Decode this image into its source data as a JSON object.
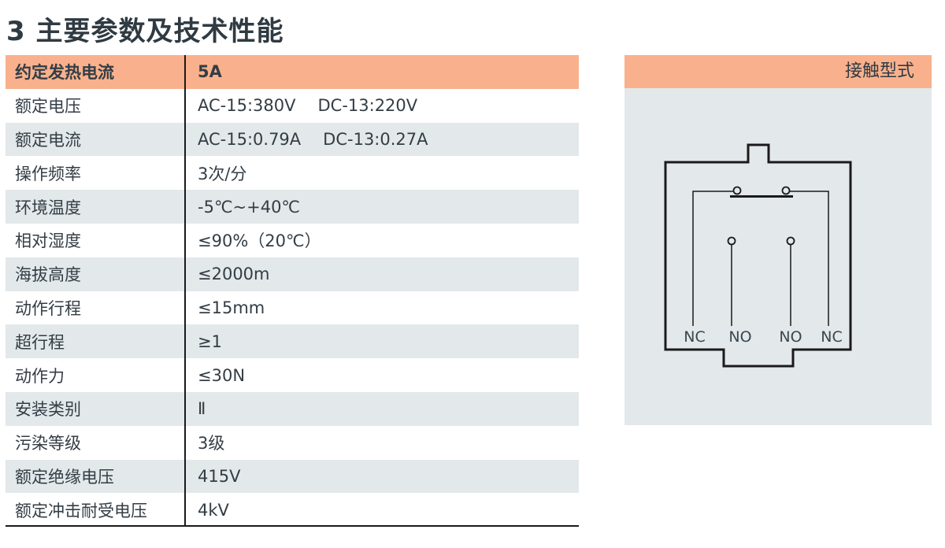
{
  "title": "3 主要参数及技术性能",
  "table": {
    "header": {
      "label": "约定发热电流",
      "value": "5A"
    },
    "rows": [
      {
        "label": "额定电压",
        "values": [
          "AC-15:380V",
          "DC-13:220V"
        ]
      },
      {
        "label": "额定电流",
        "values": [
          "AC-15:0.79A",
          "DC-13:0.27A"
        ]
      },
      {
        "label": "操作频率",
        "values": [
          "3次/分"
        ]
      },
      {
        "label": "环境温度",
        "values": [
          "-5℃~+40℃"
        ]
      },
      {
        "label": "相对湿度",
        "values": [
          "≤90%（20℃）"
        ]
      },
      {
        "label": "海拔高度",
        "values": [
          "≤2000m"
        ]
      },
      {
        "label": "动作行程",
        "values": [
          "≤15mm"
        ]
      },
      {
        "label": "超行程",
        "values": [
          "≥1"
        ]
      },
      {
        "label": "动作力",
        "values": [
          "≤30N"
        ]
      },
      {
        "label": "安装类别",
        "values": [
          "Ⅱ"
        ]
      },
      {
        "label": "污染等级",
        "values": [
          "3级"
        ]
      },
      {
        "label": "额定绝缘电压",
        "values": [
          "415V"
        ]
      },
      {
        "label": "额定冲击耐受电压",
        "values": [
          "4kV"
        ]
      }
    ]
  },
  "contact_panel": {
    "title": "接触型式",
    "terminals": [
      "NC",
      "NO",
      "NO",
      "NC"
    ]
  },
  "colors": {
    "header": "#f9b18d",
    "alt_row": "#e3e8ea",
    "text": "#333d45"
  }
}
